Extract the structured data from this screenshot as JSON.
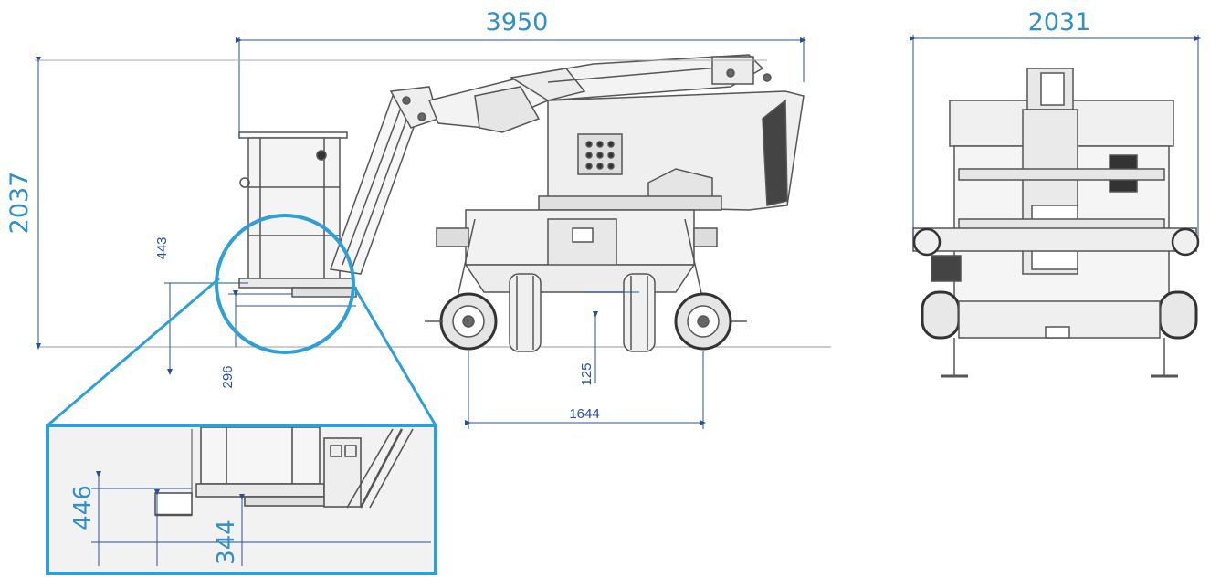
{
  "dimensions": {
    "overall_length": "3950",
    "overall_width": "2031",
    "overall_height": "2037",
    "platform_step_height": "443",
    "platform_floor_height": "296",
    "ground_clearance": "125",
    "wheelbase": "1644",
    "zoom_step_height": "446",
    "zoom_floor_height": "344"
  },
  "colors": {
    "accent": "#2f9fd8",
    "dimension_line": "#2a4f9a",
    "machine_line": "#555555",
    "zoom_background": "#f2f2f2"
  }
}
